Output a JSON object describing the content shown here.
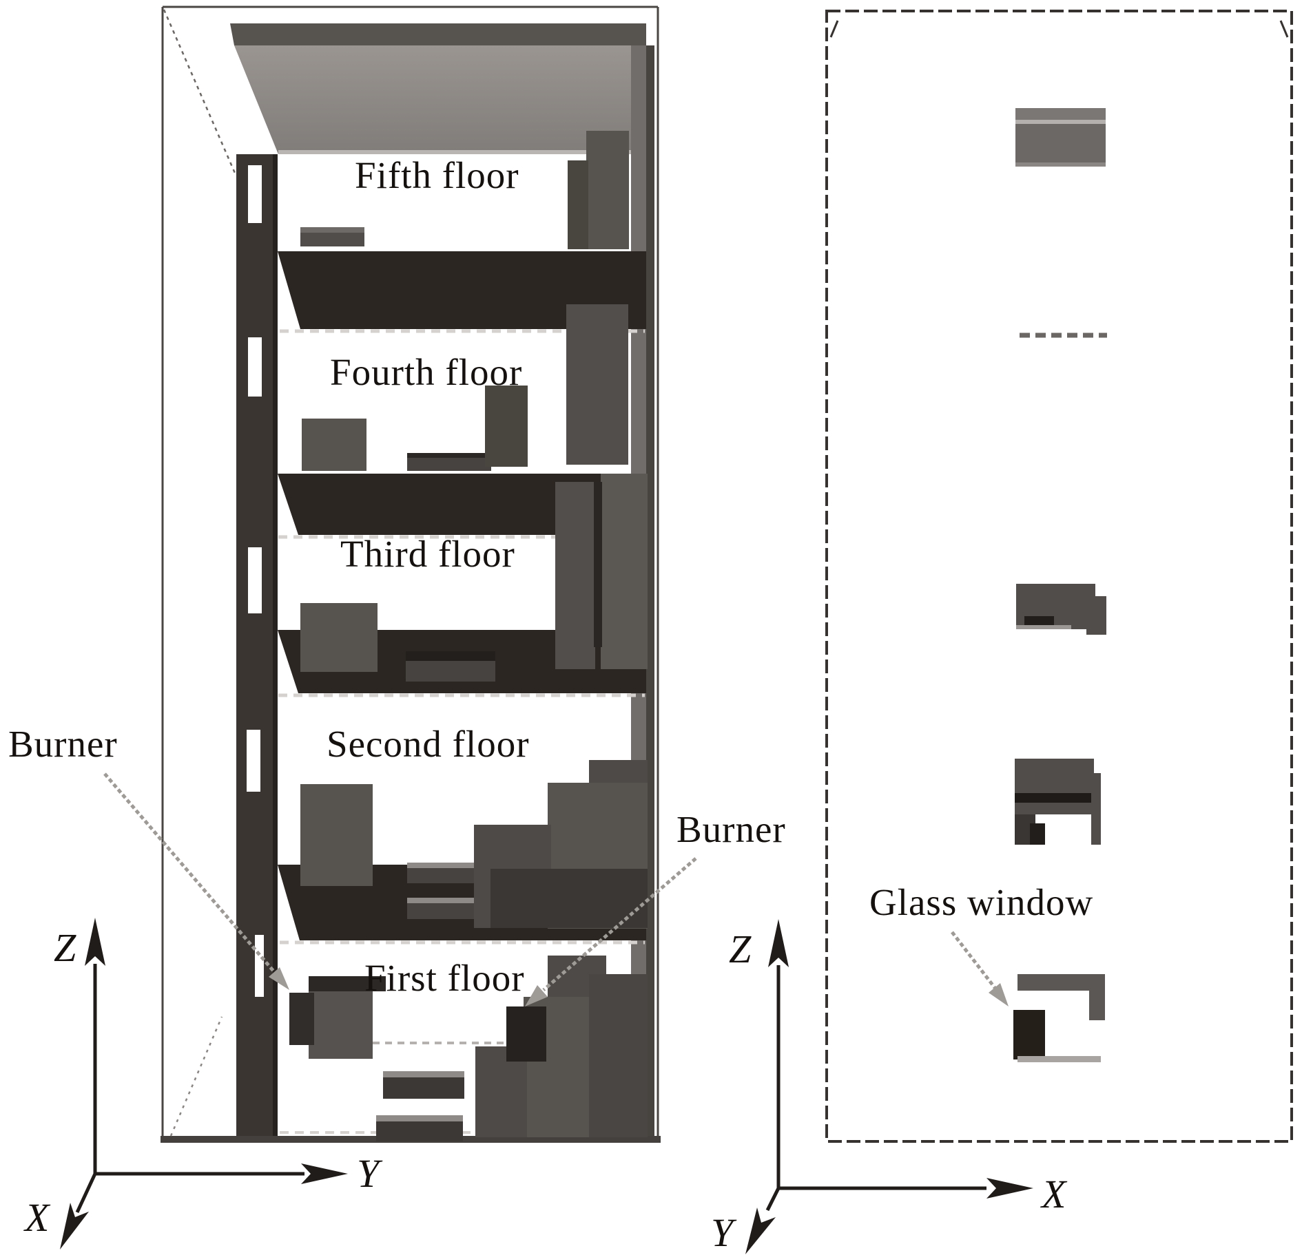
{
  "left_view": {
    "description_floors": 5,
    "floor_labels": [
      "Fifth floor",
      "Fourth floor",
      "Third floor",
      "Second floor",
      "First floor"
    ],
    "burner_labels": [
      "Burner",
      "Burner"
    ],
    "axes": {
      "up": "Z",
      "right": "Y",
      "depth": "X"
    }
  },
  "right_view": {
    "glass_window_label": "Glass window",
    "axes": {
      "up": "Z",
      "right": "X",
      "depth": "Y"
    }
  },
  "colors": {
    "ink": "#14110f",
    "axis": "#201c1a",
    "wall_dark": "#3a3531",
    "slab_dark": "#2b2622",
    "ceiling_gray": "#8d8986",
    "furniture_gray": "#57534f",
    "furniture_dark": "#262220",
    "annotation_arrow_gray": "#9e9a96",
    "light_slab_line": "#d4d1ce",
    "mesh_border": "#36322f"
  }
}
